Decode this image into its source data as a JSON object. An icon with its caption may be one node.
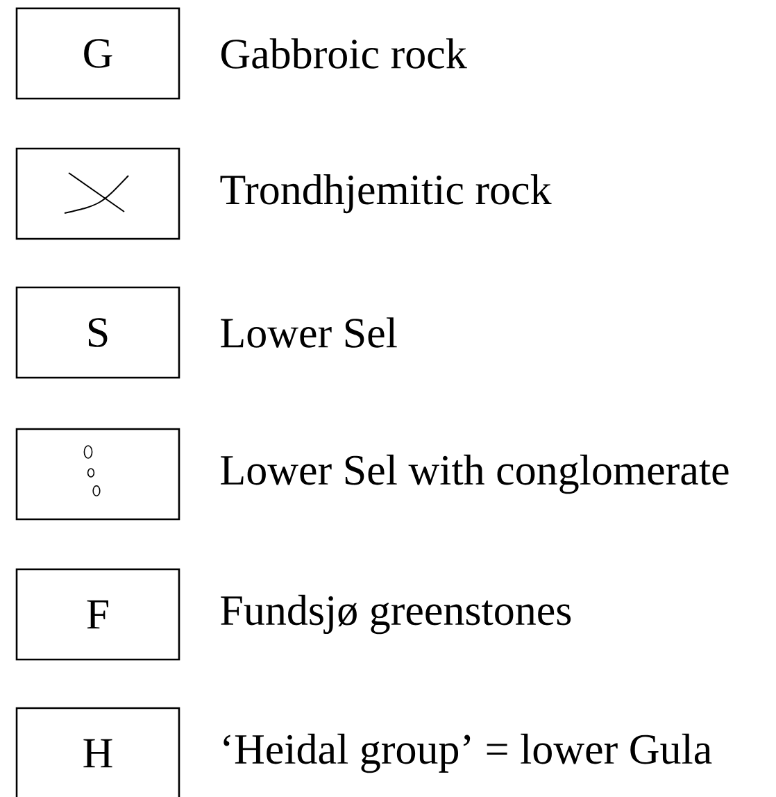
{
  "diagram": {
    "nodes": [
      {
        "text": [
          "G"
        ],
        "beside": [
          "Gabbroic rock"
        ]
      },
      {
        "text": [],
        "shape": "box",
        "beside": [
          "Trondhjemitic rock"
        ]
      },
      {
        "text": [
          "S"
        ],
        "beside": [
          "Lower Sel"
        ]
      },
      {
        "text": [],
        "shape": "box",
        "beside": [
          "Lower Sel with conglomerate"
        ]
      },
      {
        "text": [
          "F"
        ],
        "beside": [
          "Fundsjø greenstones"
        ]
      },
      {
        "text": [
          "H"
        ],
        "beside": [
          "‘Heidal group’ = lower Gula"
        ]
      }
    ]
  }
}
